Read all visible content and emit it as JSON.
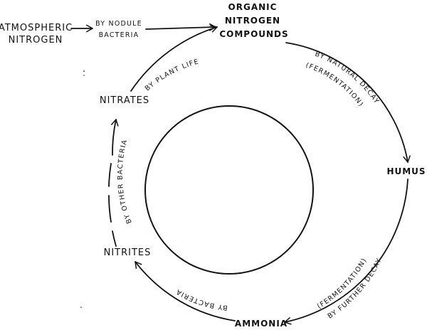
{
  "nodes": {
    "atmospheric_nitrogen": {
      "line1": "ATMOSPHERIC",
      "line2": "NITROGEN"
    },
    "organic_nitrogen_compounds": {
      "line1": "ORGANIC",
      "line2": "NITROGEN",
      "line3": "COMPOUNDS"
    },
    "humus": {
      "label": "HUMUS"
    },
    "ammonia": {
      "label": "AMMONIA"
    },
    "nitrites": {
      "label": "NITRITES"
    },
    "nitrates": {
      "label": "NITRATES"
    }
  },
  "edges": {
    "by_nodule_bacteria": {
      "line1": "BY NODULE",
      "line2": "BACTERIA"
    },
    "by_natural_decay": {
      "line1": "BY NATURAL DECAY",
      "line2": "(FERMENTATION)"
    },
    "by_further_decay": {
      "line1": "BY FURTHER DECAY",
      "line2": "(FERMENTATION)"
    },
    "by_bacteria": {
      "label": "BY BACTERIA"
    },
    "by_other_bacteria": {
      "label": "BY OTHER BACTERIA"
    },
    "by_plant_life": {
      "label": "BY PLANT LIFE"
    }
  },
  "colors": {
    "ink": "#111111",
    "paper": "#ffffff"
  }
}
